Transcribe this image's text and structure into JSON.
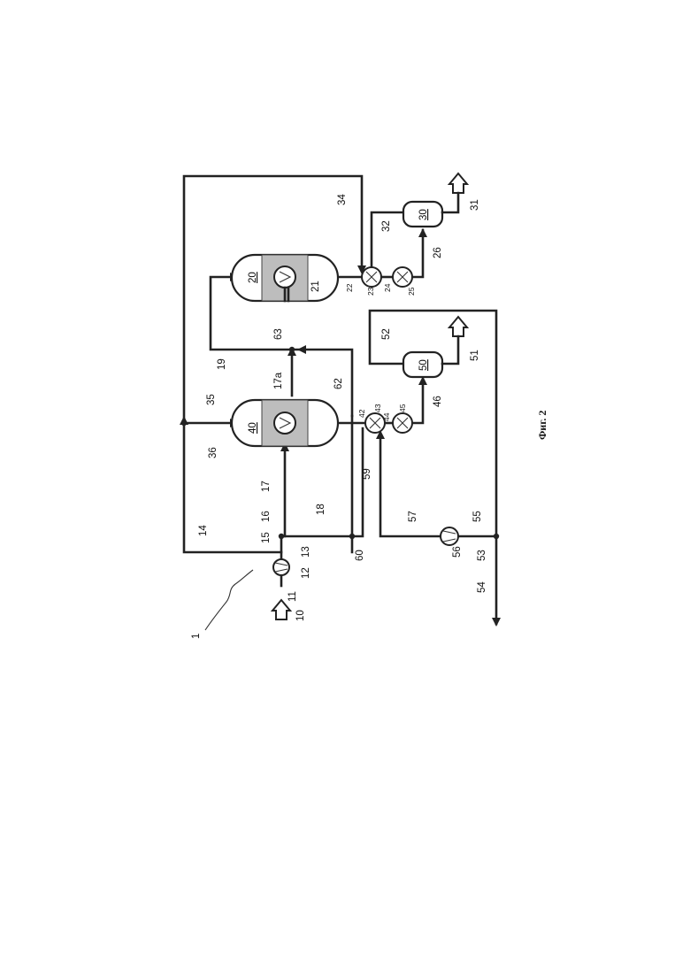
{
  "figure": {
    "caption": "Фиг. 2",
    "system_ref": "1"
  },
  "units": {
    "reactor_40": "40",
    "reactor_20": "20",
    "separator_50": "50",
    "separator_30": "30"
  },
  "labels": {
    "l10": "10",
    "l11": "11",
    "l12": "12",
    "l13": "13",
    "l14": "14",
    "l15": "15",
    "l16": "16",
    "l17": "17",
    "l17a": "17a",
    "l18": "18",
    "l19": "19",
    "l21": "21",
    "l22": "22",
    "l23": "23",
    "l24": "24",
    "l25": "25",
    "l26": "26",
    "l31": "31",
    "l32": "32",
    "l34": "34",
    "l35": "35",
    "l36": "36",
    "l42": "42",
    "l43": "43",
    "l44": "44",
    "l45": "45",
    "l46": "46",
    "l51": "51",
    "l52": "52",
    "l53": "53",
    "l54": "54",
    "l55": "55",
    "l56": "56",
    "l57": "57",
    "l59": "59",
    "l60": "60",
    "l62": "62",
    "l63": "63"
  }
}
